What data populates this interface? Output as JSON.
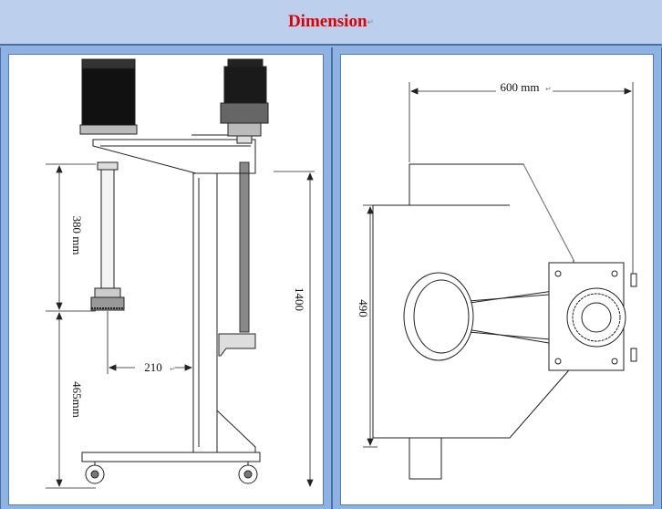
{
  "page": {
    "title": "Dimension",
    "title_mark": "↵"
  },
  "left_view": {
    "dim_tool_height": "380 mm",
    "dim_bottom_height": "465mm",
    "dim_overall_height": "1400",
    "dim_reach": "210",
    "mark": "↵"
  },
  "right_view": {
    "dim_width": "600 mm",
    "dim_depth": "490",
    "mark": "↵"
  },
  "colors": {
    "title": "#e00000",
    "panel_bg": "#8eb2e1",
    "border": "#4a6fa8"
  }
}
